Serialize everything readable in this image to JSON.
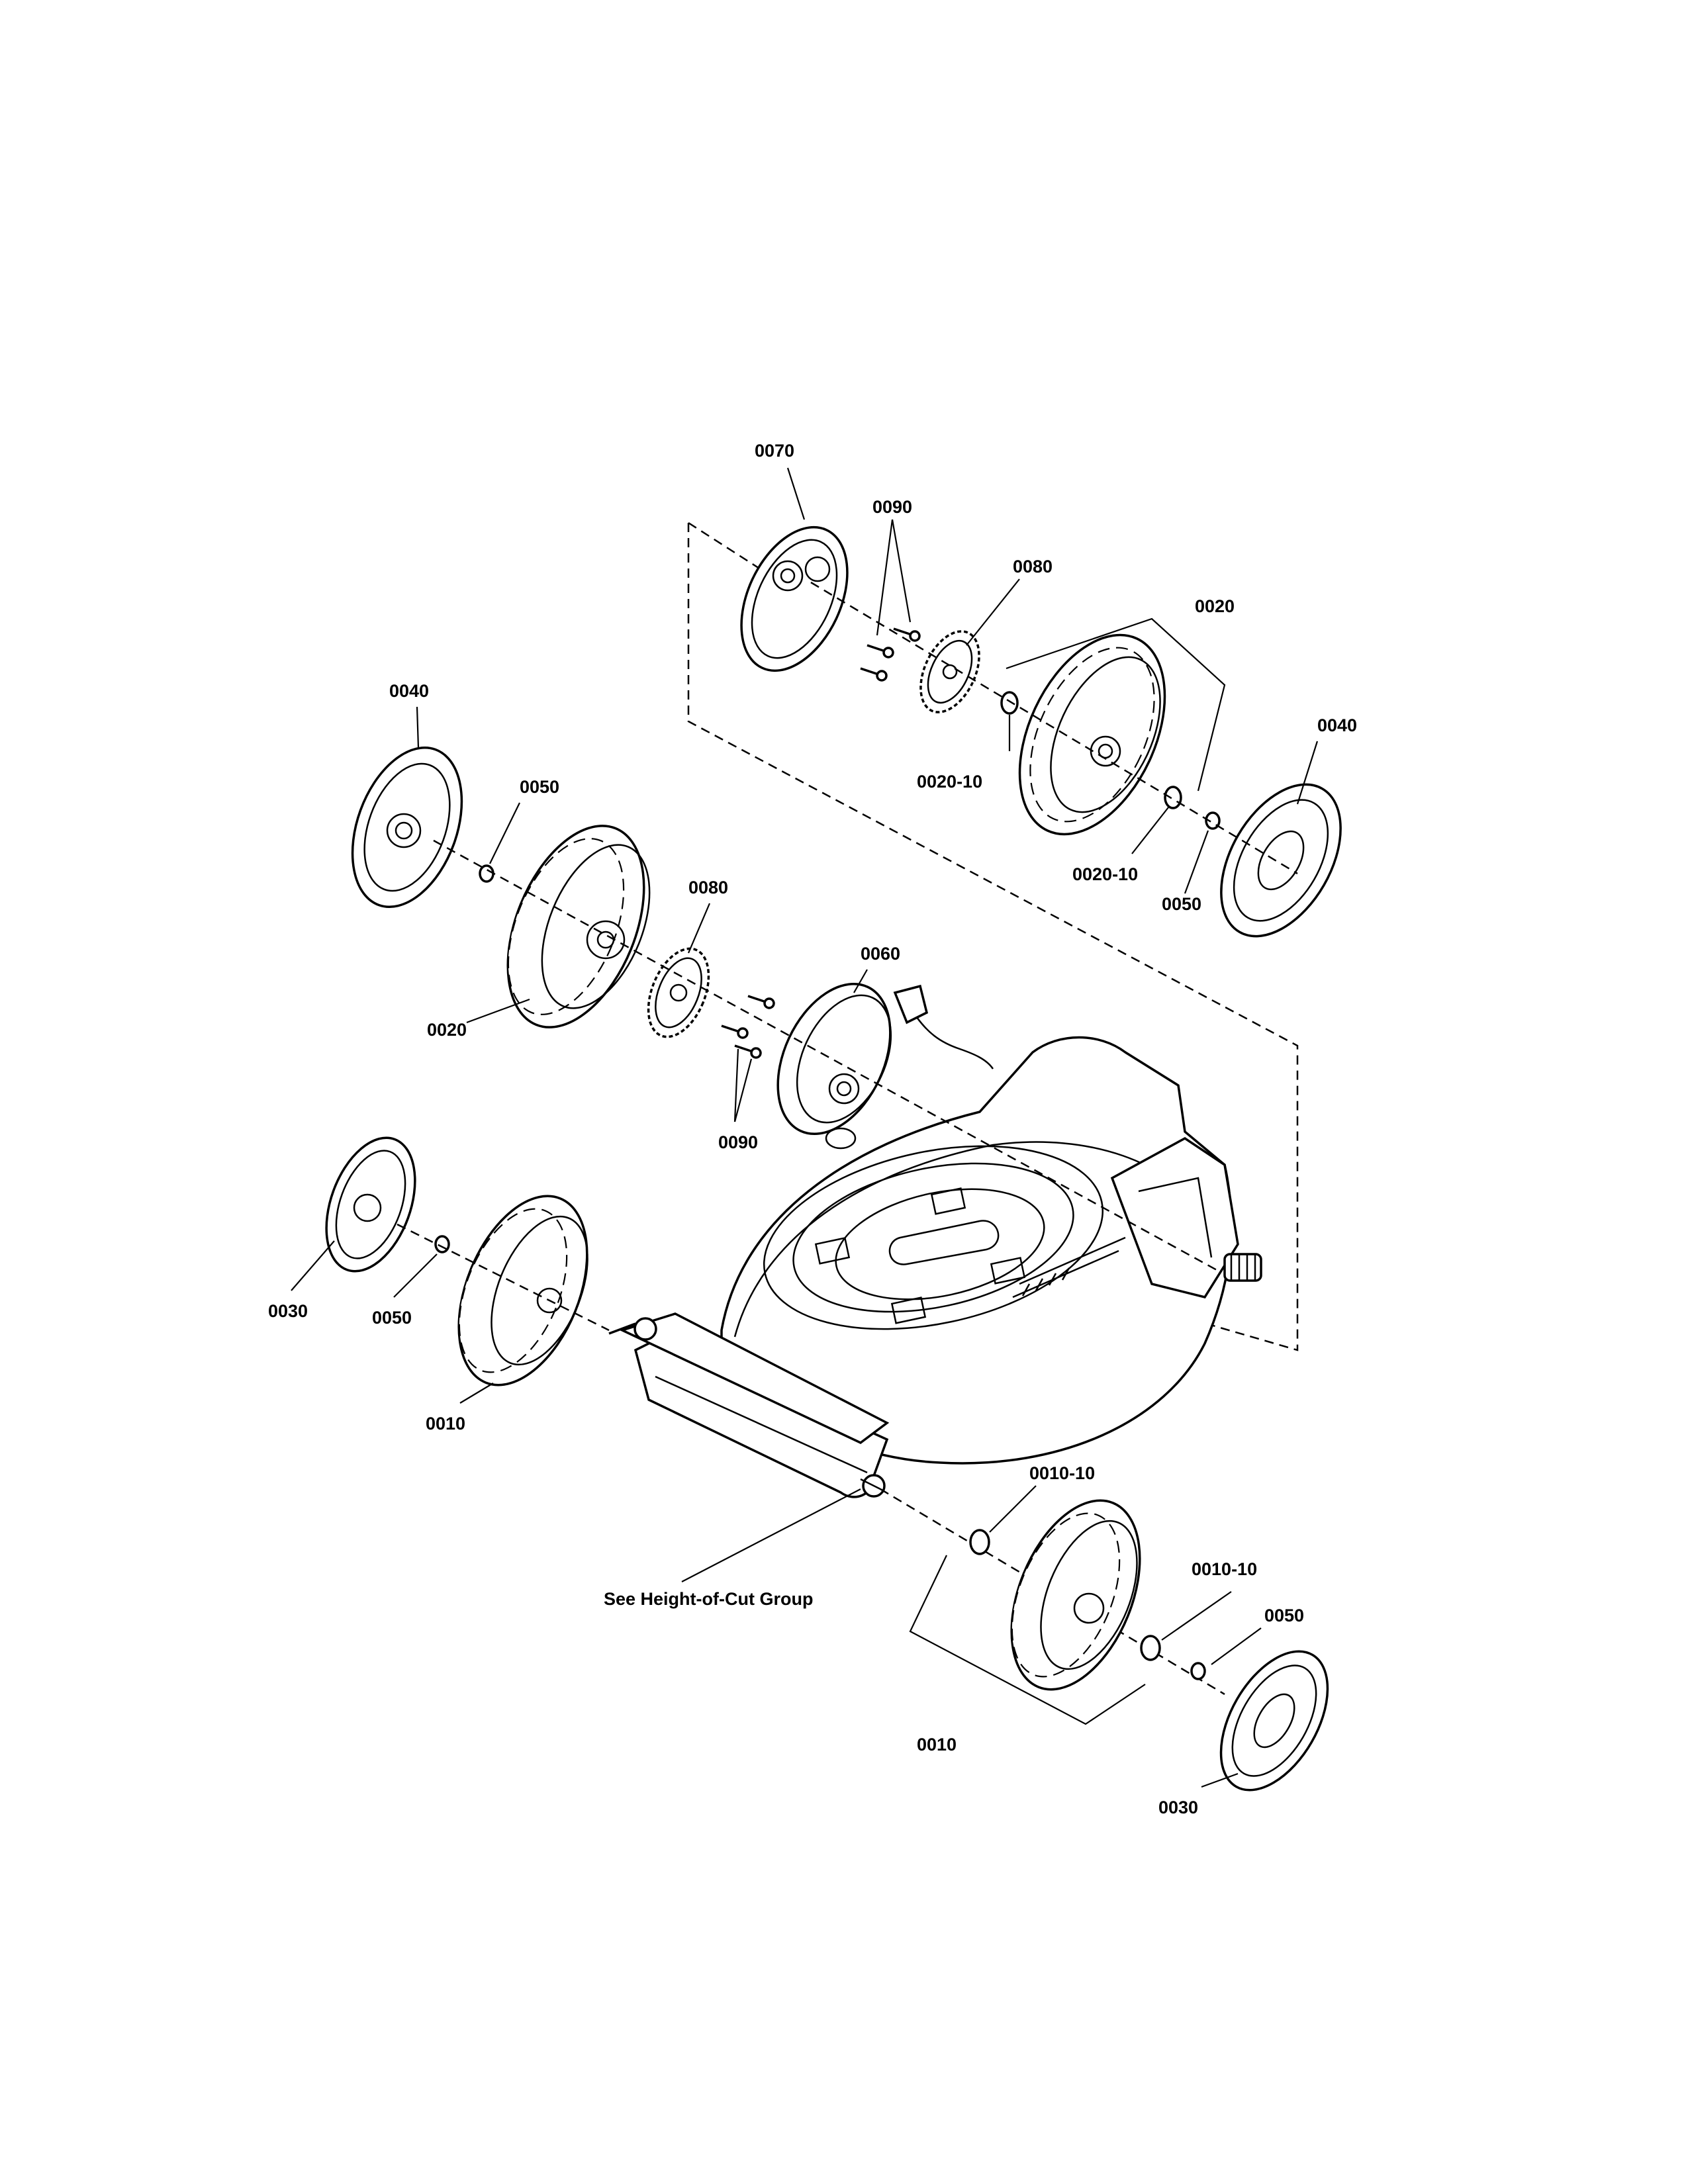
{
  "diagram": {
    "callouts": {
      "c0070": "0070",
      "c0090_top": "0090",
      "c0080_top": "0080",
      "c0020_top": "0020",
      "c0040_right": "0040",
      "c0020_10_a": "0020-10",
      "c0020_10_b": "0020-10",
      "c0050_top_right": "0050",
      "c0040_left": "0040",
      "c0050_left_top": "0050",
      "c0080_mid": "0080",
      "c0060": "0060",
      "c0020_left": "0020",
      "c0090_mid": "0090",
      "c0030_left": "0030",
      "c0050_left_bottom": "0050",
      "c0010_left": "0010",
      "c0010_10_a": "0010-10",
      "c0010_10_b": "0010-10",
      "c0050_bottom_right": "0050",
      "c0010_bottom": "0010",
      "c0030_bottom_right": "0030"
    },
    "reference_note": "See Height-of-Cut Group"
  }
}
